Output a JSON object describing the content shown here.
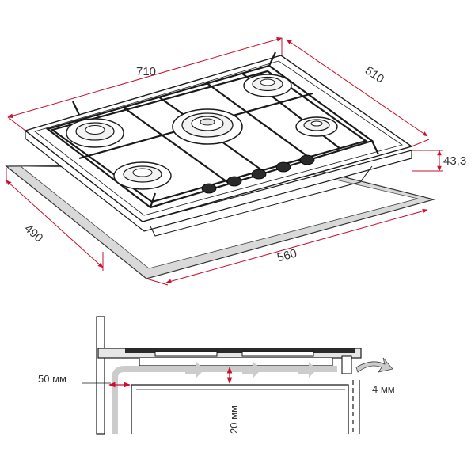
{
  "colors": {
    "dimension_line": "#c8102e",
    "outline": "#1a1a1a",
    "cutout_fill": "#d9d9d9",
    "airflow_arrow": "#cccccc",
    "cabinet_fill": "#e6e6e6"
  },
  "top_view": {
    "width_label": "710",
    "depth_label": "510",
    "height_label": "43,3",
    "cutout_width_label": "560",
    "cutout_depth_label": "490"
  },
  "section_view": {
    "side_gap_label": "50 мм",
    "vertical_gap_label": "20 мм",
    "rear_gap_label": "4 мм"
  }
}
